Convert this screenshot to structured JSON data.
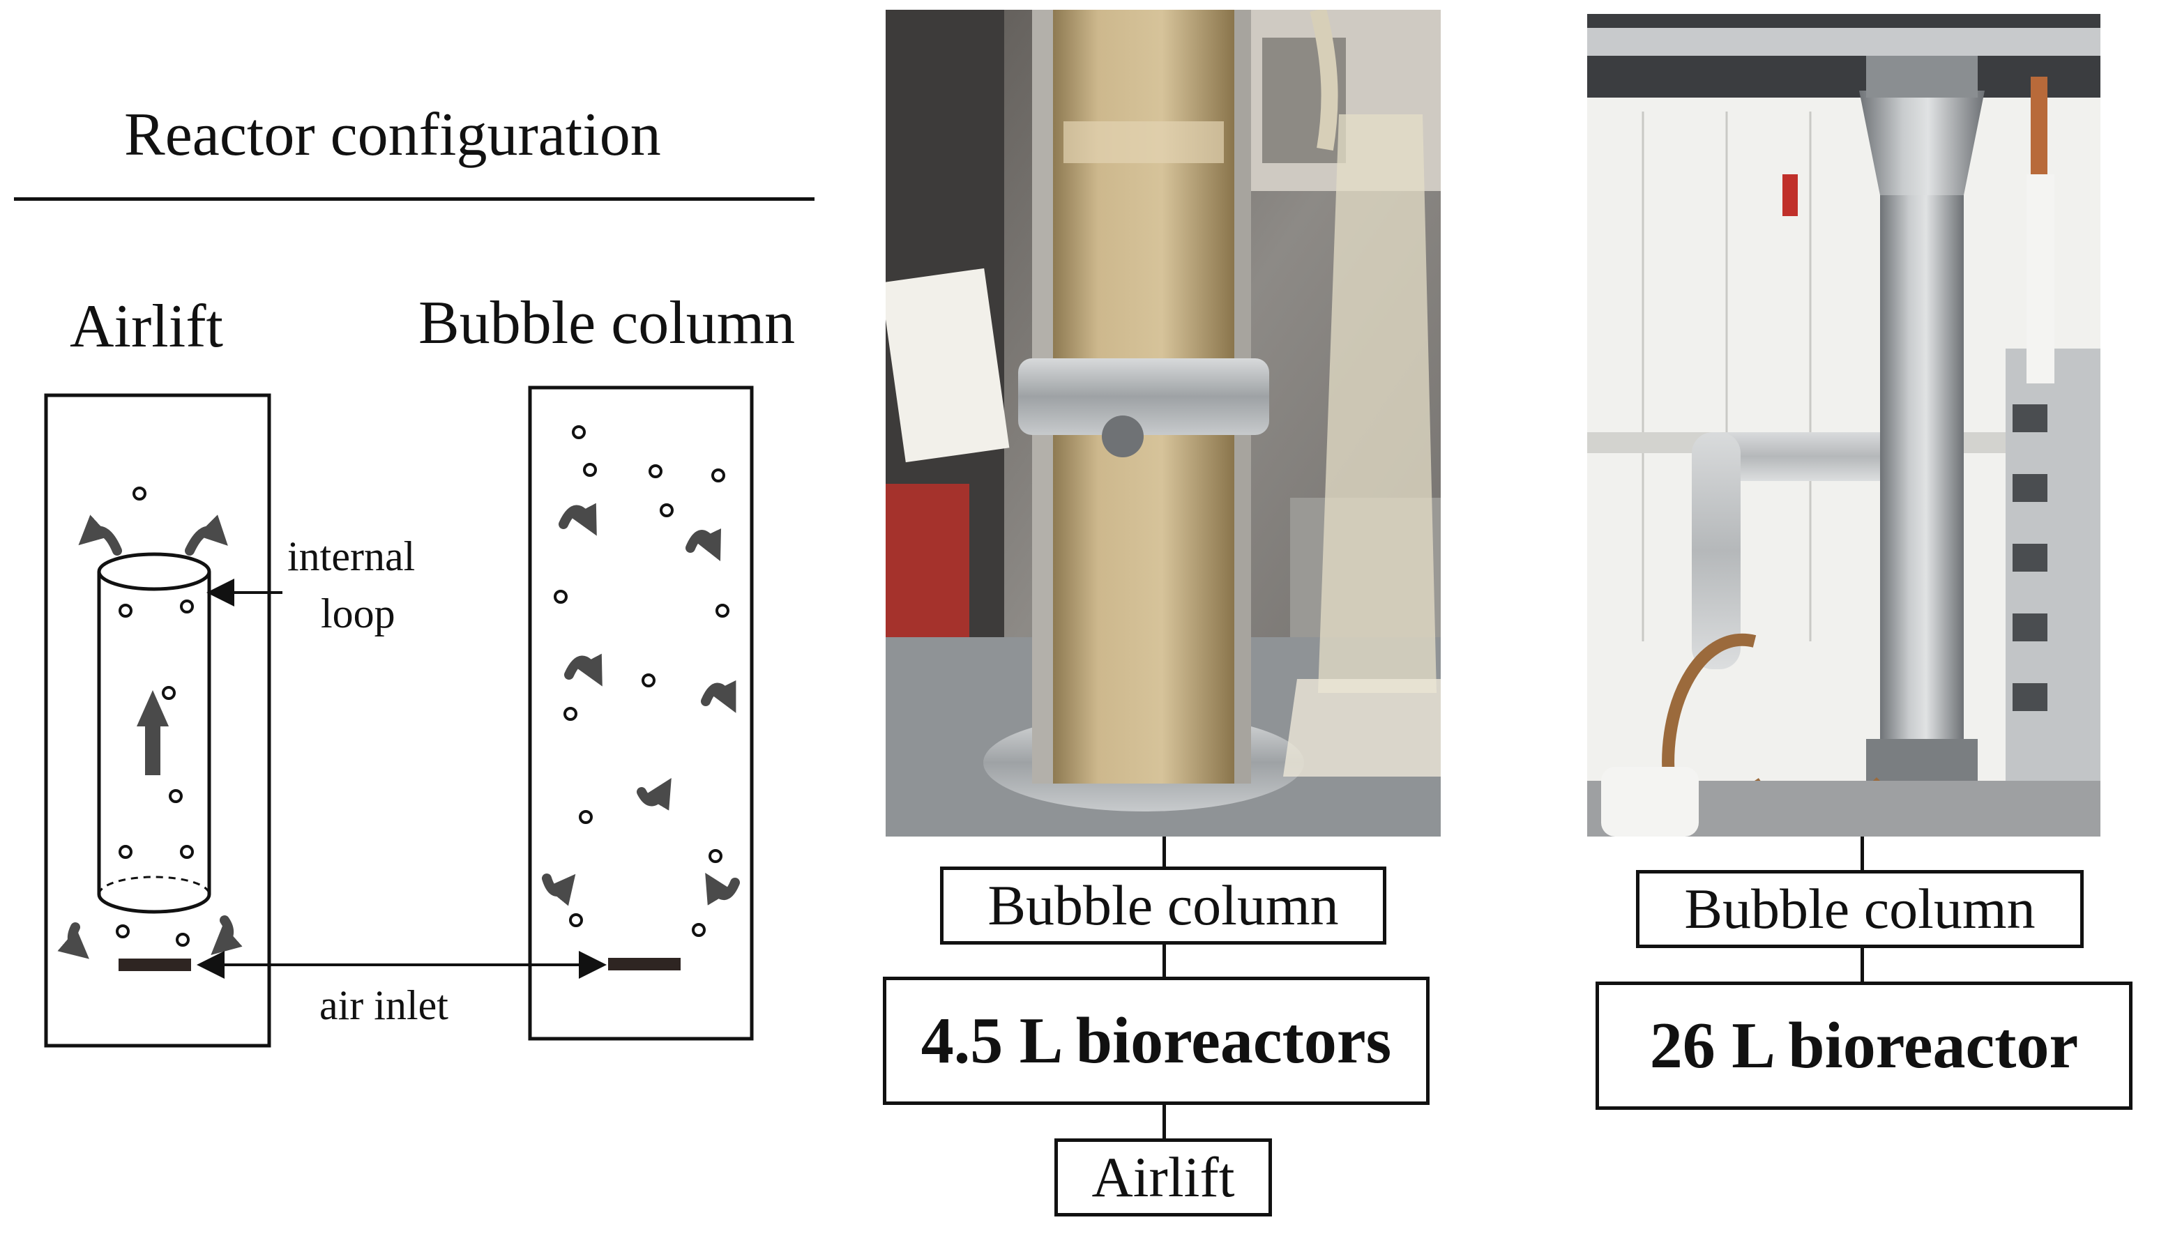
{
  "figure": {
    "title": "Reactor configuration",
    "diagrams": {
      "airlift": {
        "label": "Airlift",
        "internal_loop_label": "internal\nloop",
        "internal_loop_line1": "internal",
        "internal_loop_line2": "loop"
      },
      "bubble_column": {
        "label": "Bubble column"
      },
      "air_inlet_label": "air inlet"
    },
    "small_reactor": {
      "top_label": "Bubble column",
      "main_label": "4.5 L bioreactors",
      "bottom_label": "Airlift"
    },
    "large_reactor": {
      "top_label": "Bubble column",
      "main_label": "26 L bioreactor"
    }
  },
  "colors": {
    "ink": "#111111",
    "arrow_gray": "#4a4a4a",
    "inlet_bar": "#2e2522",
    "broth": "#c9b48a",
    "steel": "#a9adb0"
  }
}
